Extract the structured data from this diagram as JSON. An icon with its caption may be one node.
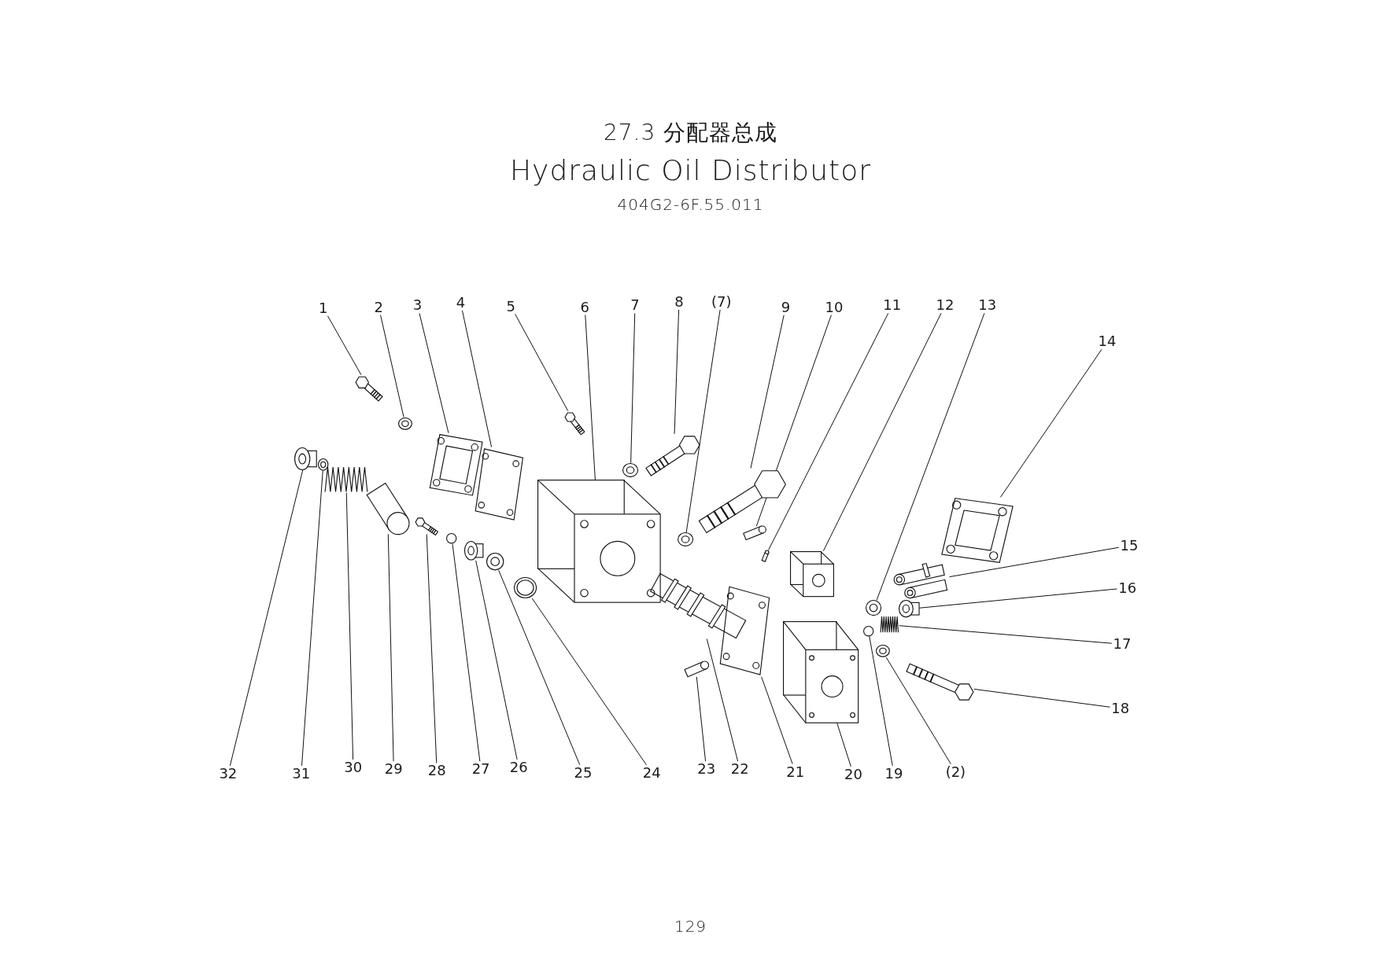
{
  "diagram": {
    "title": "27.3 分配器总成",
    "nodes": [
      {
        "text": [
          "1"
        ]
      },
      {
        "text": [
          "2"
        ]
      },
      {
        "text": [
          "3"
        ]
      },
      {
        "text": [
          "4"
        ]
      },
      {
        "text": [
          "5"
        ]
      },
      {
        "text": [
          "6"
        ]
      },
      {
        "text": [
          "7"
        ]
      },
      {
        "text": [
          "8"
        ]
      },
      {
        "text": [
          "(7)"
        ]
      },
      {
        "text": [
          "9"
        ]
      },
      {
        "text": [
          "10"
        ]
      },
      {
        "text": [
          "11"
        ]
      },
      {
        "text": [
          "12"
        ]
      },
      {
        "text": [
          "13"
        ]
      },
      {
        "text": [
          "14"
        ]
      },
      {
        "text": [
          "15"
        ]
      },
      {
        "text": [
          "16"
        ]
      },
      {
        "text": [
          "17"
        ]
      },
      {
        "text": [
          "18"
        ]
      },
      {
        "text": [
          "32"
        ]
      },
      {
        "text": [
          "31"
        ]
      },
      {
        "text": [
          "30"
        ]
      },
      {
        "text": [
          "29"
        ]
      },
      {
        "text": [
          "28"
        ]
      },
      {
        "text": [
          "27"
        ]
      },
      {
        "text": [
          "26"
        ]
      },
      {
        "text": [
          "25"
        ]
      },
      {
        "text": [
          "24"
        ]
      },
      {
        "text": [
          "23"
        ]
      },
      {
        "text": [
          "22"
        ]
      },
      {
        "text": [
          "21"
        ]
      },
      {
        "text": [
          "20"
        ]
      },
      {
        "text": [
          "19"
        ]
      },
      {
        "text": [
          "(2)"
        ]
      },
      {
        "text": [],
        "shape": "picture"
      },
      {
        "text": [],
        "shape": "picture"
      },
      {
        "text": [],
        "shape": "picture"
      },
      {
        "text": [],
        "shape": "picture"
      },
      {
        "text": [],
        "shape": "picture"
      },
      {
        "text": [],
        "shape": "picture"
      },
      {
        "text": [],
        "shape": "picture"
      },
      {
        "text": [],
        "shape": "picture"
      },
      {
        "text": [],
        "shape": "picture"
      },
      {
        "text": [],
        "shape": "picture"
      },
      {
        "text": [],
        "shape": "picture"
      },
      {
        "text": [],
        "shape": "picture"
      },
      {
        "text": [],
        "shape": "picture"
      },
      {
        "text": [],
        "shape": "picture"
      },
      {
        "text": [],
        "shape": "picture"
      },
      {
        "text": [],
        "shape": "picture"
      },
      {
        "text": [],
        "shape": "picture"
      },
      {
        "text": [],
        "shape": "picture"
      },
      {
        "text": [],
        "shape": "picture"
      },
      {
        "text": [],
        "shape": "picture"
      },
      {
        "text": [],
        "shape": "picture"
      },
      {
        "text": [],
        "shape": "picture"
      },
      {
        "text": [],
        "shape": "picture"
      },
      {
        "text": [],
        "shape": "picture"
      },
      {
        "text": [],
        "shape": "circle"
      },
      {
        "text": [],
        "shape": "picture"
      },
      {
        "text": [],
        "shape": "picture"
      },
      {
        "text": [],
        "shape": "picture"
      },
      {
        "text": [],
        "shape": "picture"
      },
      {
        "text": [],
        "shape": "picture"
      },
      {
        "text": [],
        "shape": "picture"
      },
      {
        "text": [],
        "shape": "picture"
      },
      {
        "text": [],
        "shape": "circle"
      },
      {
        "text": [],
        "shape": "picture"
      }
    ],
    "edges": [
      {
        "from": 0,
        "to": 34,
        "arrow": "none"
      },
      {
        "from": 1,
        "to": 35,
        "arrow": "none"
      },
      {
        "from": 2,
        "to": 36,
        "arrow": "none"
      },
      {
        "from": 3,
        "to": 37,
        "arrow": "none"
      },
      {
        "from": 4,
        "to": 38,
        "arrow": "none"
      },
      {
        "from": 5,
        "to": 39,
        "arrow": "none"
      },
      {
        "from": 6,
        "to": 40,
        "arrow": "none"
      },
      {
        "from": 7,
        "to": 41,
        "arrow": "none"
      },
      {
        "from": 8,
        "to": 42,
        "arrow": "none"
      },
      {
        "from": 9,
        "to": 43,
        "arrow": "none"
      },
      {
        "from": 10,
        "to": 44,
        "arrow": "none"
      },
      {
        "from": 11,
        "to": 45,
        "arrow": "none"
      },
      {
        "from": 12,
        "to": 46,
        "arrow": "none"
      },
      {
        "from": 13,
        "to": 47,
        "arrow": "none"
      },
      {
        "from": 14,
        "to": 48,
        "arrow": "none"
      },
      {
        "from": 15,
        "to": 49,
        "arrow": "none"
      },
      {
        "from": 16,
        "to": 50,
        "arrow": "none"
      },
      {
        "from": 17,
        "to": 51,
        "arrow": "none"
      },
      {
        "from": 18,
        "to": 52,
        "arrow": "none"
      },
      {
        "from": 19,
        "to": 53,
        "arrow": "none"
      },
      {
        "from": 20,
        "to": 54,
        "arrow": "none"
      },
      {
        "from": 21,
        "to": 55,
        "arrow": "none"
      },
      {
        "from": 22,
        "to": 56,
        "arrow": "none"
      },
      {
        "from": 23,
        "to": 57,
        "arrow": "none"
      },
      {
        "from": 24,
        "to": 58,
        "arrow": "none"
      },
      {
        "from": 25,
        "to": 59,
        "arrow": "none"
      },
      {
        "from": 26,
        "to": 60,
        "arrow": "none"
      },
      {
        "from": 27,
        "to": 61,
        "arrow": "none"
      },
      {
        "from": 28,
        "to": 62,
        "arrow": "none"
      },
      {
        "from": 29,
        "to": 63,
        "arrow": "none"
      },
      {
        "from": 30,
        "to": 64,
        "arrow": "none"
      },
      {
        "from": 31,
        "to": 65,
        "arrow": "none"
      },
      {
        "from": 32,
        "to": 66,
        "arrow": "none"
      },
      {
        "from": 33,
        "to": 67,
        "arrow": "none"
      }
    ],
    "labels": [
      "Hydraulic Oil Distributor",
      "404G2-6F.55.011",
      "129"
    ]
  }
}
